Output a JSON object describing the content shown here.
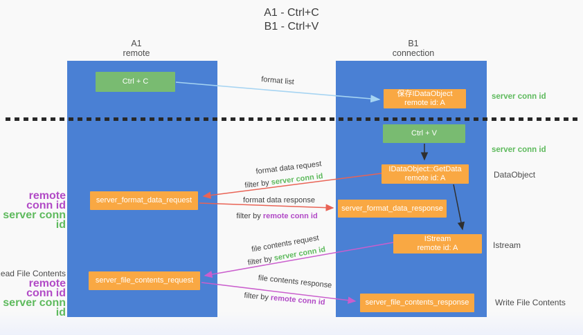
{
  "title": {
    "line1": "A1 - Ctrl+C",
    "line2": "B1 - Ctrl+V"
  },
  "lanes": {
    "a1": {
      "name": "A1",
      "subtitle": "remote"
    },
    "b1": {
      "name": "B1",
      "subtitle": "connection"
    }
  },
  "nodes": {
    "ctrl_c": {
      "label": "Ctrl + C"
    },
    "ctrl_v": {
      "label": "Ctrl + V"
    },
    "save_idataobject": {
      "line1": "保存IDataObject",
      "line2": "remote id: A"
    },
    "getdata": {
      "line1": "IDataObject::GetData",
      "line2": "remote id: A"
    },
    "istream": {
      "line1": "IStream",
      "line2": "remote id: A"
    },
    "format_request": {
      "label": "server_format_data_request"
    },
    "format_response": {
      "label": "server_format_data_response"
    },
    "file_request": {
      "label": "server_file_contents_request"
    },
    "file_response": {
      "label": "server_file_contents_response"
    }
  },
  "edges": {
    "format_list": {
      "label": "format list"
    },
    "format_request": {
      "label": "format data request",
      "filter_prefix": "filter by ",
      "filter_key": "server conn id"
    },
    "format_response": {
      "label": "format data response",
      "filter_prefix": "filter by ",
      "filter_key": "remote conn id"
    },
    "file_request": {
      "label": "file contents request",
      "filter_prefix": "filter by ",
      "filter_key": "server conn id"
    },
    "file_response": {
      "label": "file contents response",
      "filter_prefix": "filter by ",
      "filter_key": "remote conn id"
    }
  },
  "annotations": {
    "right": {
      "server_conn_id_top": "server conn id",
      "server_conn_id_mid": "server conn id",
      "dataobject": "DataObject",
      "istream": "Istream",
      "write_file_contents": "Write File Contents"
    },
    "left": {
      "remote_conn_id_top": "remote conn id",
      "server_conn_id_top": "server conn id",
      "read_file_contents": "Read File Contents",
      "remote_conn_id_bottom": "remote conn id",
      "server_conn_id_bottom": "server conn id"
    }
  },
  "colors": {
    "lane_blue": "#4a80d4",
    "green_box": "#79bb71",
    "orange_box": "#f9a843",
    "blue_arrow": "#a6d4f2",
    "red_arrow": "#e96355",
    "magenta_arrow": "#ca5ecd",
    "black_arrow": "#2f2f2f",
    "green_text": "#5eba5d",
    "purple_text": "#b14ac6"
  }
}
